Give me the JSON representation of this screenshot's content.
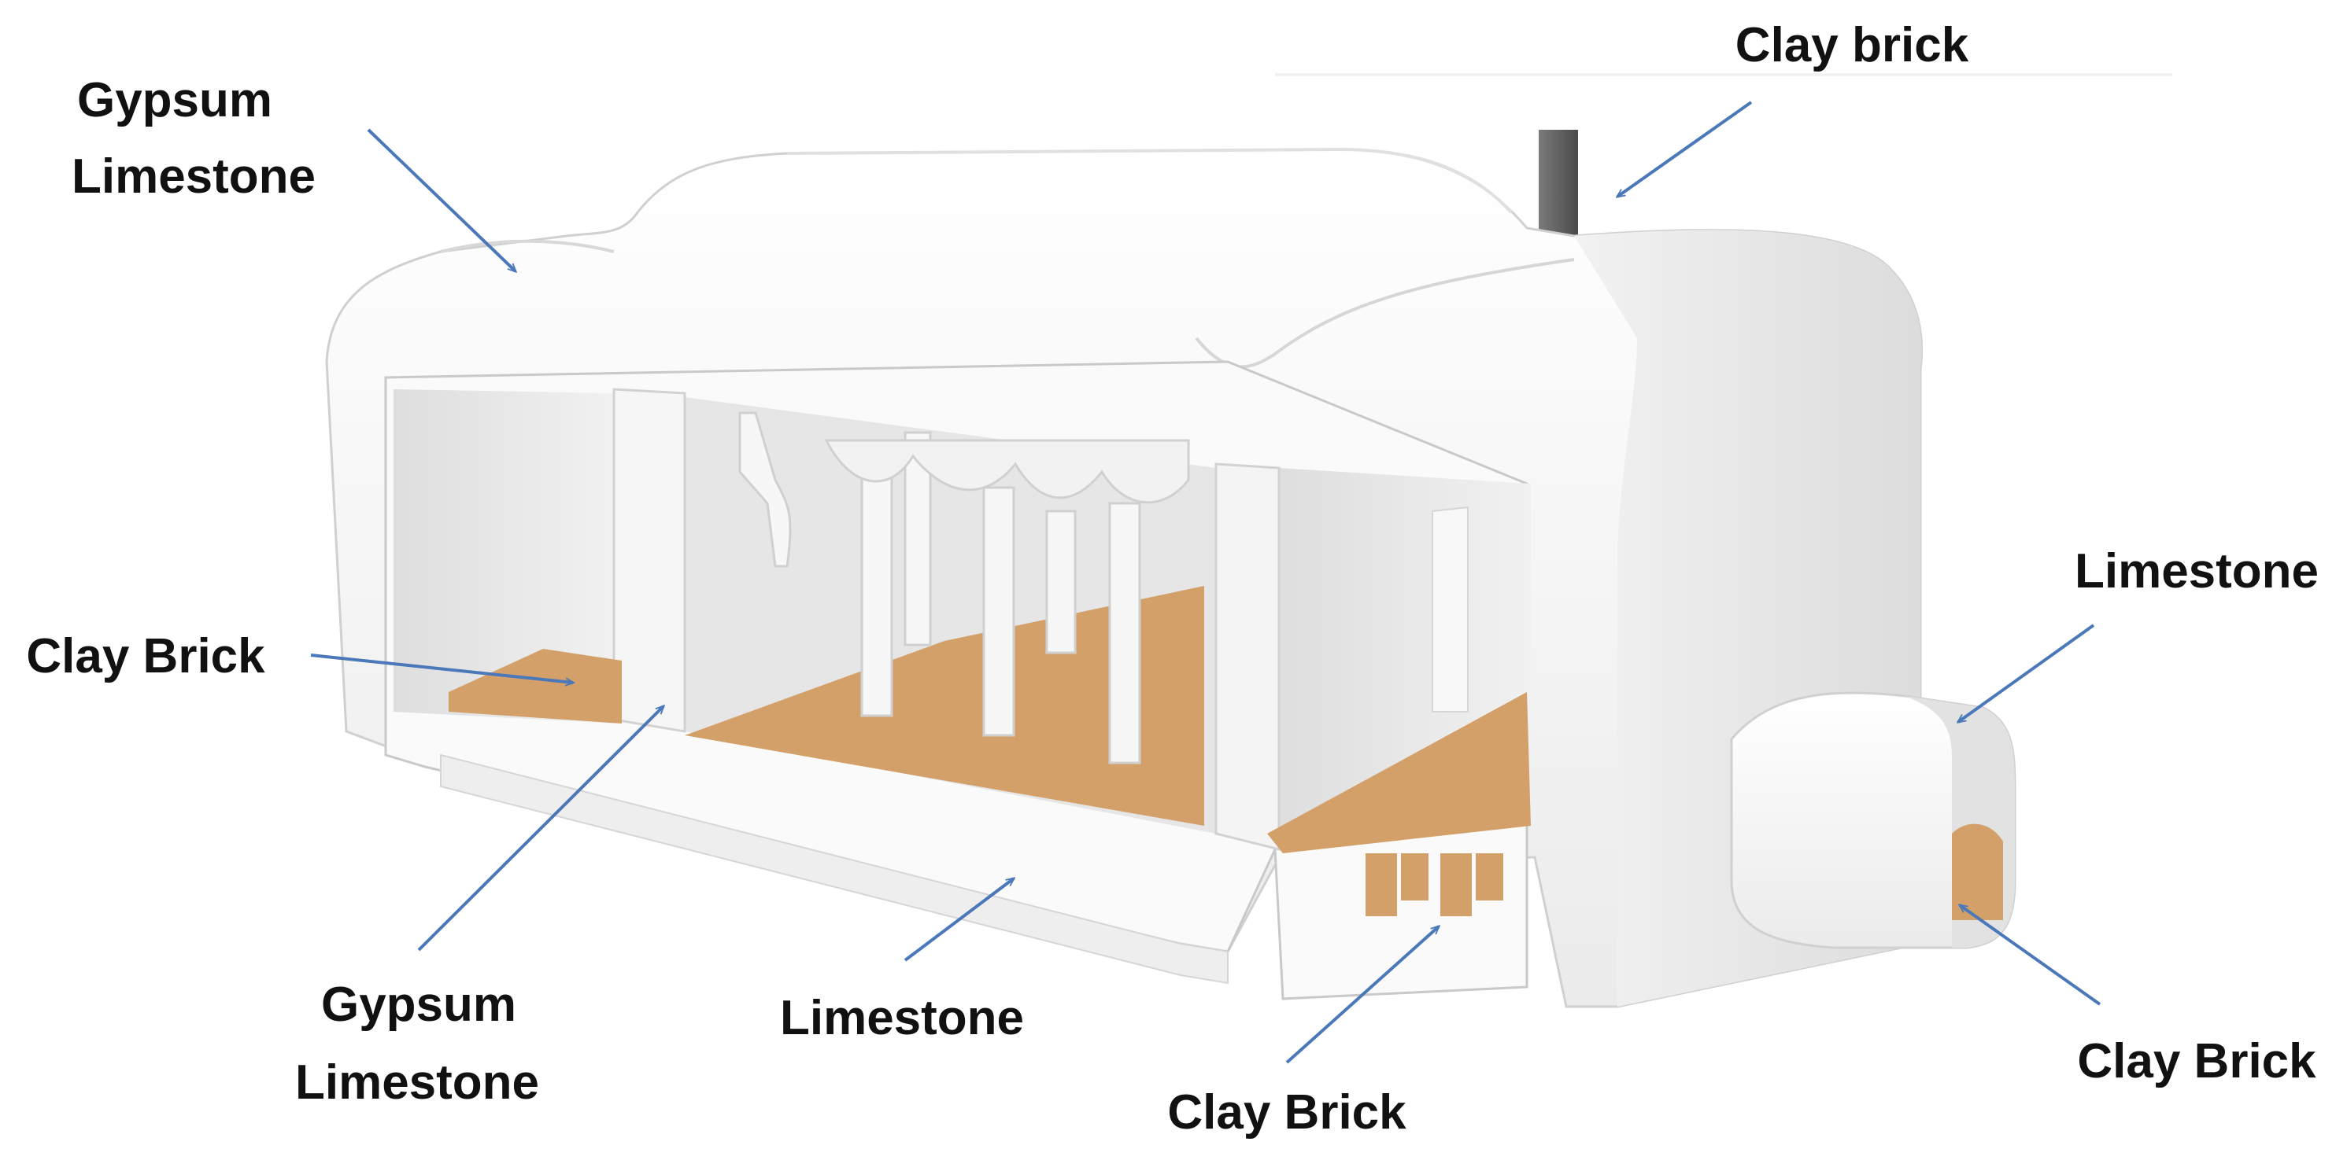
{
  "labels": {
    "clay_brick_top": "Clay brick",
    "gypsum_top_line1": "Gypsum",
    "gypsum_top_line2": "Limestone",
    "limestone_right": "Limestone",
    "clay_brick_left": "Clay Brick",
    "gypsum_bottom_line1": "Gypsum",
    "gypsum_bottom_line2": "Limestone",
    "limestone_bottom": "Limestone",
    "clay_brick_bottom": "Clay Brick",
    "clay_brick_bottom_right": "Clay Brick"
  },
  "colors": {
    "arrow": "#4a78b8",
    "stone": "#f4f4f4",
    "stone_shade": "#dadada",
    "clay": "#d4a06a",
    "chimney": "#5a5a5a",
    "text": "#111111"
  },
  "materials": [
    "Gypsum Limestone",
    "Limestone",
    "Clay Brick"
  ]
}
